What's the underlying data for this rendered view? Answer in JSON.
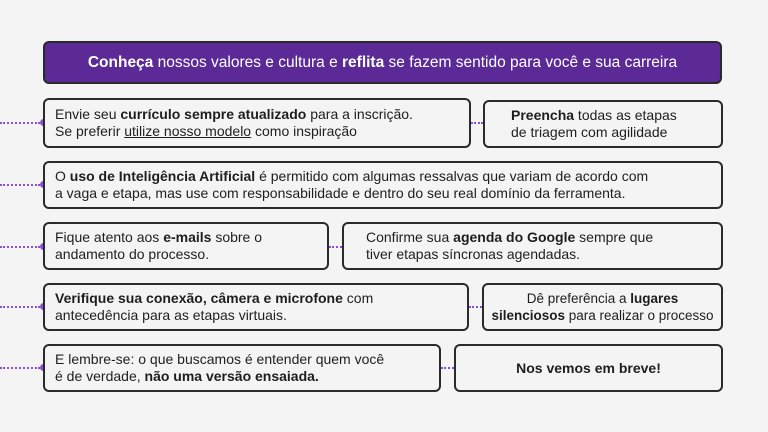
{
  "header": {
    "p1": "Conheça",
    "p2": " nossos valores e cultura e ",
    "p3": "reflita",
    "p4": " se fazem sentido para você e sua carreira"
  },
  "cards": {
    "c1": {
      "l1a": "Envie seu ",
      "l1b": "currículo sempre atualizado",
      "l1c": "  para a inscrição.",
      "l2a": "Se preferir ",
      "l2b": "utilize nosso modelo",
      "l2c": " como inspiração"
    },
    "c2": {
      "l1a": "Preencha",
      "l1b": " todas as etapas",
      "l2": "de triagem com agilidade"
    },
    "c3": {
      "l1a": "O ",
      "l1b": "uso de Inteligência Artificial",
      "l1c": " é permitido com algumas ressalvas que variam de acordo com",
      "l2": "a vaga e etapa, mas use com responsabilidade e dentro do seu real domínio da ferramenta."
    },
    "c4": {
      "l1a": "Fique atento aos ",
      "l1b": "e-mails",
      "l1c": " sobre o",
      "l2": "andamento do processo."
    },
    "c5": {
      "l1a": "Confirme sua ",
      "l1b": "agenda do Google",
      "l1c": " sempre que",
      "l2": "tiver etapas síncronas agendadas."
    },
    "c6": {
      "l1a": "Verifique sua conexão, câmera e microfone",
      "l1b": " com",
      "l2": "antecedência para as etapas virtuais."
    },
    "c7": {
      "l1a": "Dê preferência a ",
      "l1b": "lugares",
      "l2a": "silenciosos",
      "l2b": " para realizar o processo"
    },
    "c8": {
      "l1": "E lembre-se: o que buscamos é entender quem você",
      "l2a": "é de verdade, ",
      "l2b": "não uma versão ensaiada."
    },
    "c9": {
      "text": "Nos vemos em breve!"
    }
  },
  "colors": {
    "header_bg": "#5b2a96",
    "accent_dots": "#8a4fd6",
    "background": "#f4f4f4",
    "border": "#2a2a2a"
  }
}
